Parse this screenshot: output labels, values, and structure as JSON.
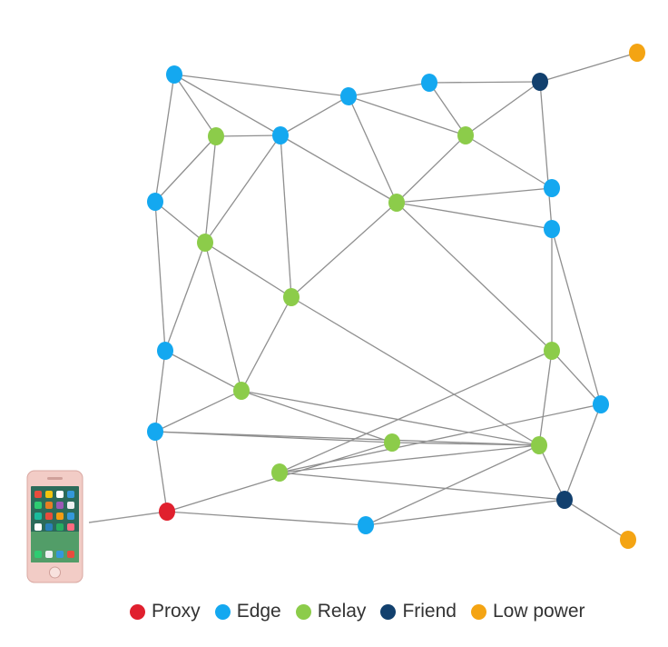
{
  "node_types": {
    "proxy": {
      "color": "#e0202e"
    },
    "edge": {
      "color": "#14a8f0"
    },
    "relay": {
      "color": "#8ccc4a"
    },
    "friend": {
      "color": "#12406e"
    },
    "lowpower": {
      "color": "#f4a413"
    }
  },
  "legend": [
    {
      "type": "proxy",
      "label": "Proxy",
      "color": "#e0202e"
    },
    {
      "type": "edge",
      "label": "Edge",
      "color": "#14a8f0"
    },
    {
      "type": "relay",
      "label": "Relay",
      "color": "#8ccc4a"
    },
    {
      "type": "friend",
      "label": "Friend",
      "color": "#12406e"
    },
    {
      "type": "lowpower",
      "label": "Low power",
      "color": "#f4a413"
    }
  ],
  "nodes": [
    {
      "id": "e1",
      "type": "edge"
    },
    {
      "id": "e2",
      "type": "edge"
    },
    {
      "id": "e3",
      "type": "edge"
    },
    {
      "id": "f1",
      "type": "friend"
    },
    {
      "id": "lp1",
      "type": "lowpower"
    },
    {
      "id": "r1",
      "type": "relay"
    },
    {
      "id": "e4",
      "type": "edge"
    },
    {
      "id": "r2",
      "type": "relay"
    },
    {
      "id": "e5",
      "type": "edge"
    },
    {
      "id": "r3",
      "type": "relay"
    },
    {
      "id": "e6",
      "type": "edge"
    },
    {
      "id": "e7",
      "type": "edge"
    },
    {
      "id": "r4",
      "type": "relay"
    },
    {
      "id": "r5",
      "type": "relay"
    },
    {
      "id": "e8",
      "type": "edge"
    },
    {
      "id": "r6",
      "type": "relay"
    },
    {
      "id": "r7",
      "type": "relay"
    },
    {
      "id": "e9",
      "type": "edge"
    },
    {
      "id": "e10",
      "type": "edge"
    },
    {
      "id": "r8",
      "type": "relay"
    },
    {
      "id": "r9",
      "type": "relay"
    },
    {
      "id": "r10",
      "type": "relay"
    },
    {
      "id": "p1",
      "type": "proxy"
    },
    {
      "id": "f2",
      "type": "friend"
    },
    {
      "id": "e11",
      "type": "edge"
    },
    {
      "id": "lp2",
      "type": "lowpower"
    }
  ],
  "links": [
    [
      "e1",
      "r1"
    ],
    [
      "e1",
      "e4"
    ],
    [
      "e1",
      "e2"
    ],
    [
      "e1",
      "e5"
    ],
    [
      "e2",
      "e3"
    ],
    [
      "e2",
      "e4"
    ],
    [
      "e2",
      "r2"
    ],
    [
      "e2",
      "r3"
    ],
    [
      "e3",
      "f1"
    ],
    [
      "e3",
      "r2"
    ],
    [
      "f1",
      "lp1"
    ],
    [
      "f1",
      "r2"
    ],
    [
      "f1",
      "e7"
    ],
    [
      "r1",
      "e4"
    ],
    [
      "r1",
      "e5"
    ],
    [
      "r1",
      "r4"
    ],
    [
      "e4",
      "r4"
    ],
    [
      "e4",
      "r5"
    ],
    [
      "e4",
      "r3"
    ],
    [
      "r2",
      "e6"
    ],
    [
      "r2",
      "r3"
    ],
    [
      "e5",
      "e8"
    ],
    [
      "e5",
      "r4"
    ],
    [
      "r3",
      "e6"
    ],
    [
      "r3",
      "e7"
    ],
    [
      "r3",
      "r5"
    ],
    [
      "r3",
      "r6"
    ],
    [
      "e7",
      "r6"
    ],
    [
      "e7",
      "e9"
    ],
    [
      "r4",
      "r5"
    ],
    [
      "r4",
      "r7"
    ],
    [
      "r4",
      "e8"
    ],
    [
      "r5",
      "r7"
    ],
    [
      "r5",
      "r9"
    ],
    [
      "e8",
      "r7"
    ],
    [
      "e8",
      "e10"
    ],
    [
      "r6",
      "r9"
    ],
    [
      "r6",
      "r10"
    ],
    [
      "r6",
      "e9"
    ],
    [
      "r7",
      "r9"
    ],
    [
      "r7",
      "r8"
    ],
    [
      "r7",
      "e10"
    ],
    [
      "e9",
      "r10"
    ],
    [
      "e9",
      "f2"
    ],
    [
      "e10",
      "r9"
    ],
    [
      "e10",
      "p1"
    ],
    [
      "e10",
      "r8"
    ],
    [
      "r8",
      "r9"
    ],
    [
      "r8",
      "p1"
    ],
    [
      "r9",
      "r10"
    ],
    [
      "r9",
      "e11"
    ],
    [
      "r9",
      "f2"
    ],
    [
      "r10",
      "f2"
    ],
    [
      "p1",
      "e11"
    ],
    [
      "e11",
      "f2"
    ],
    [
      "f2",
      "lp2"
    ]
  ],
  "phone": {
    "name": "smartphone",
    "attached_to": "p1"
  }
}
